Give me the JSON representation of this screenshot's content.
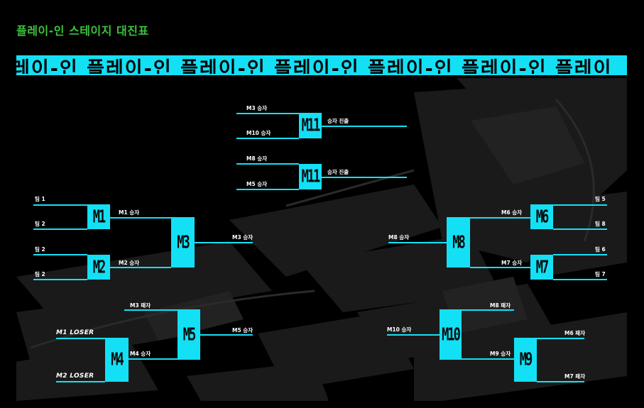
{
  "page": {
    "title": "플레이-인 스테이지 대진표"
  },
  "banner": {
    "text": "레이-인  플레이-인  플레이-인  플레이-인  플레이-인  플레이-인  플레이"
  },
  "colors": {
    "accent": "#14e0f5",
    "title": "#3cc23c",
    "background": "#000000"
  },
  "matches": {
    "m11a": {
      "code": "M11",
      "top": "M3 승자",
      "bottom": "M10 승자",
      "out": "승자 진출"
    },
    "m11b": {
      "code": "M11",
      "top": "M8 승자",
      "bottom": "M5 승자",
      "out": "승자 진출"
    },
    "m1": {
      "code": "M1",
      "top": "팀 1",
      "bottom": "팀 2",
      "out": "M1 승자"
    },
    "m2": {
      "code": "M2",
      "top": "팀 2",
      "bottom": "팀 2",
      "out": "M2 승자"
    },
    "m3": {
      "code": "M3",
      "out": "M3 승자"
    },
    "m4": {
      "code": "M4",
      "top": "M1 LOSER",
      "bottom": "M2 LOSER",
      "out": "M4 승자"
    },
    "m5": {
      "code": "M5",
      "top": "M3 패자",
      "out": "M5 승자"
    },
    "m6": {
      "code": "M6",
      "top": "팀 5",
      "bottom": "팀 8",
      "out": "M6 승자"
    },
    "m7": {
      "code": "M7",
      "top": "팀 6",
      "bottom": "팀 7",
      "out": "M7 승자"
    },
    "m8": {
      "code": "M8",
      "out": "M8 승자"
    },
    "m9": {
      "code": "M9",
      "top": "M6 패자",
      "bottom": "M7 패자",
      "out": "M9 승자"
    },
    "m10": {
      "code": "M10",
      "top": "M8 패자",
      "out": "M10 승자"
    }
  }
}
